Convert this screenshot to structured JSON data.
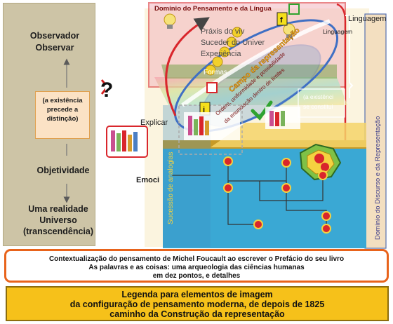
{
  "left_panel": {
    "observer_line1": "Observador",
    "observer_line2": "Observar",
    "note_line1": "(a existência",
    "note_line2": "precede a",
    "note_line3": "distinção)",
    "objectivity": "Objetividade",
    "reality_line1": "Uma realidade",
    "reality_line2": "Universo",
    "reality_line3": "(transcendência)"
  },
  "diagram": {
    "domain_title": "Domínio do Pensamento e da Língua",
    "linguagem": "Linguagem",
    "praxis": "Práxis do viv",
    "suceder": "Suceder do Univer",
    "experiencia": "Experiência",
    "formas": "Formas",
    "explicar": "Explicar",
    "existencia_line1": "(a existênci",
    "existencia_line2": "se constitui",
    "emocionar": "Emoci",
    "ordem_line1": "Ordem, uniformidade e possibilidade",
    "ordem_line2": "da enunciação dentro de limites",
    "representacao": "Campo da representação",
    "analogias": "Sucessão de analogias",
    "discurso": "Domínio do Discurso e da Representação",
    "icon_i": "i",
    "icon_f": "f",
    "question_mark": "?"
  },
  "caption": {
    "line1": "Contextualização do pensamento de Michel Foucault ao escrever o Prefácio do seu livro",
    "line2": "As palavras e as coisas: uma arqueologia das ciências humanas",
    "line3": "em dez pontos, e detalhes"
  },
  "legend": {
    "line1": "Legenda para elementos de imagem",
    "line2": "da configuração de pensamento moderna, de depois de 1825",
    "line3": "caminho da Construção da representação"
  },
  "colors": {
    "left_panel": "#cdc4a6",
    "caption_border": "#e8631b",
    "legend_fill": "#f6c11a",
    "domain_red": "#d9262c",
    "water_blue": "#3aa8d4"
  }
}
